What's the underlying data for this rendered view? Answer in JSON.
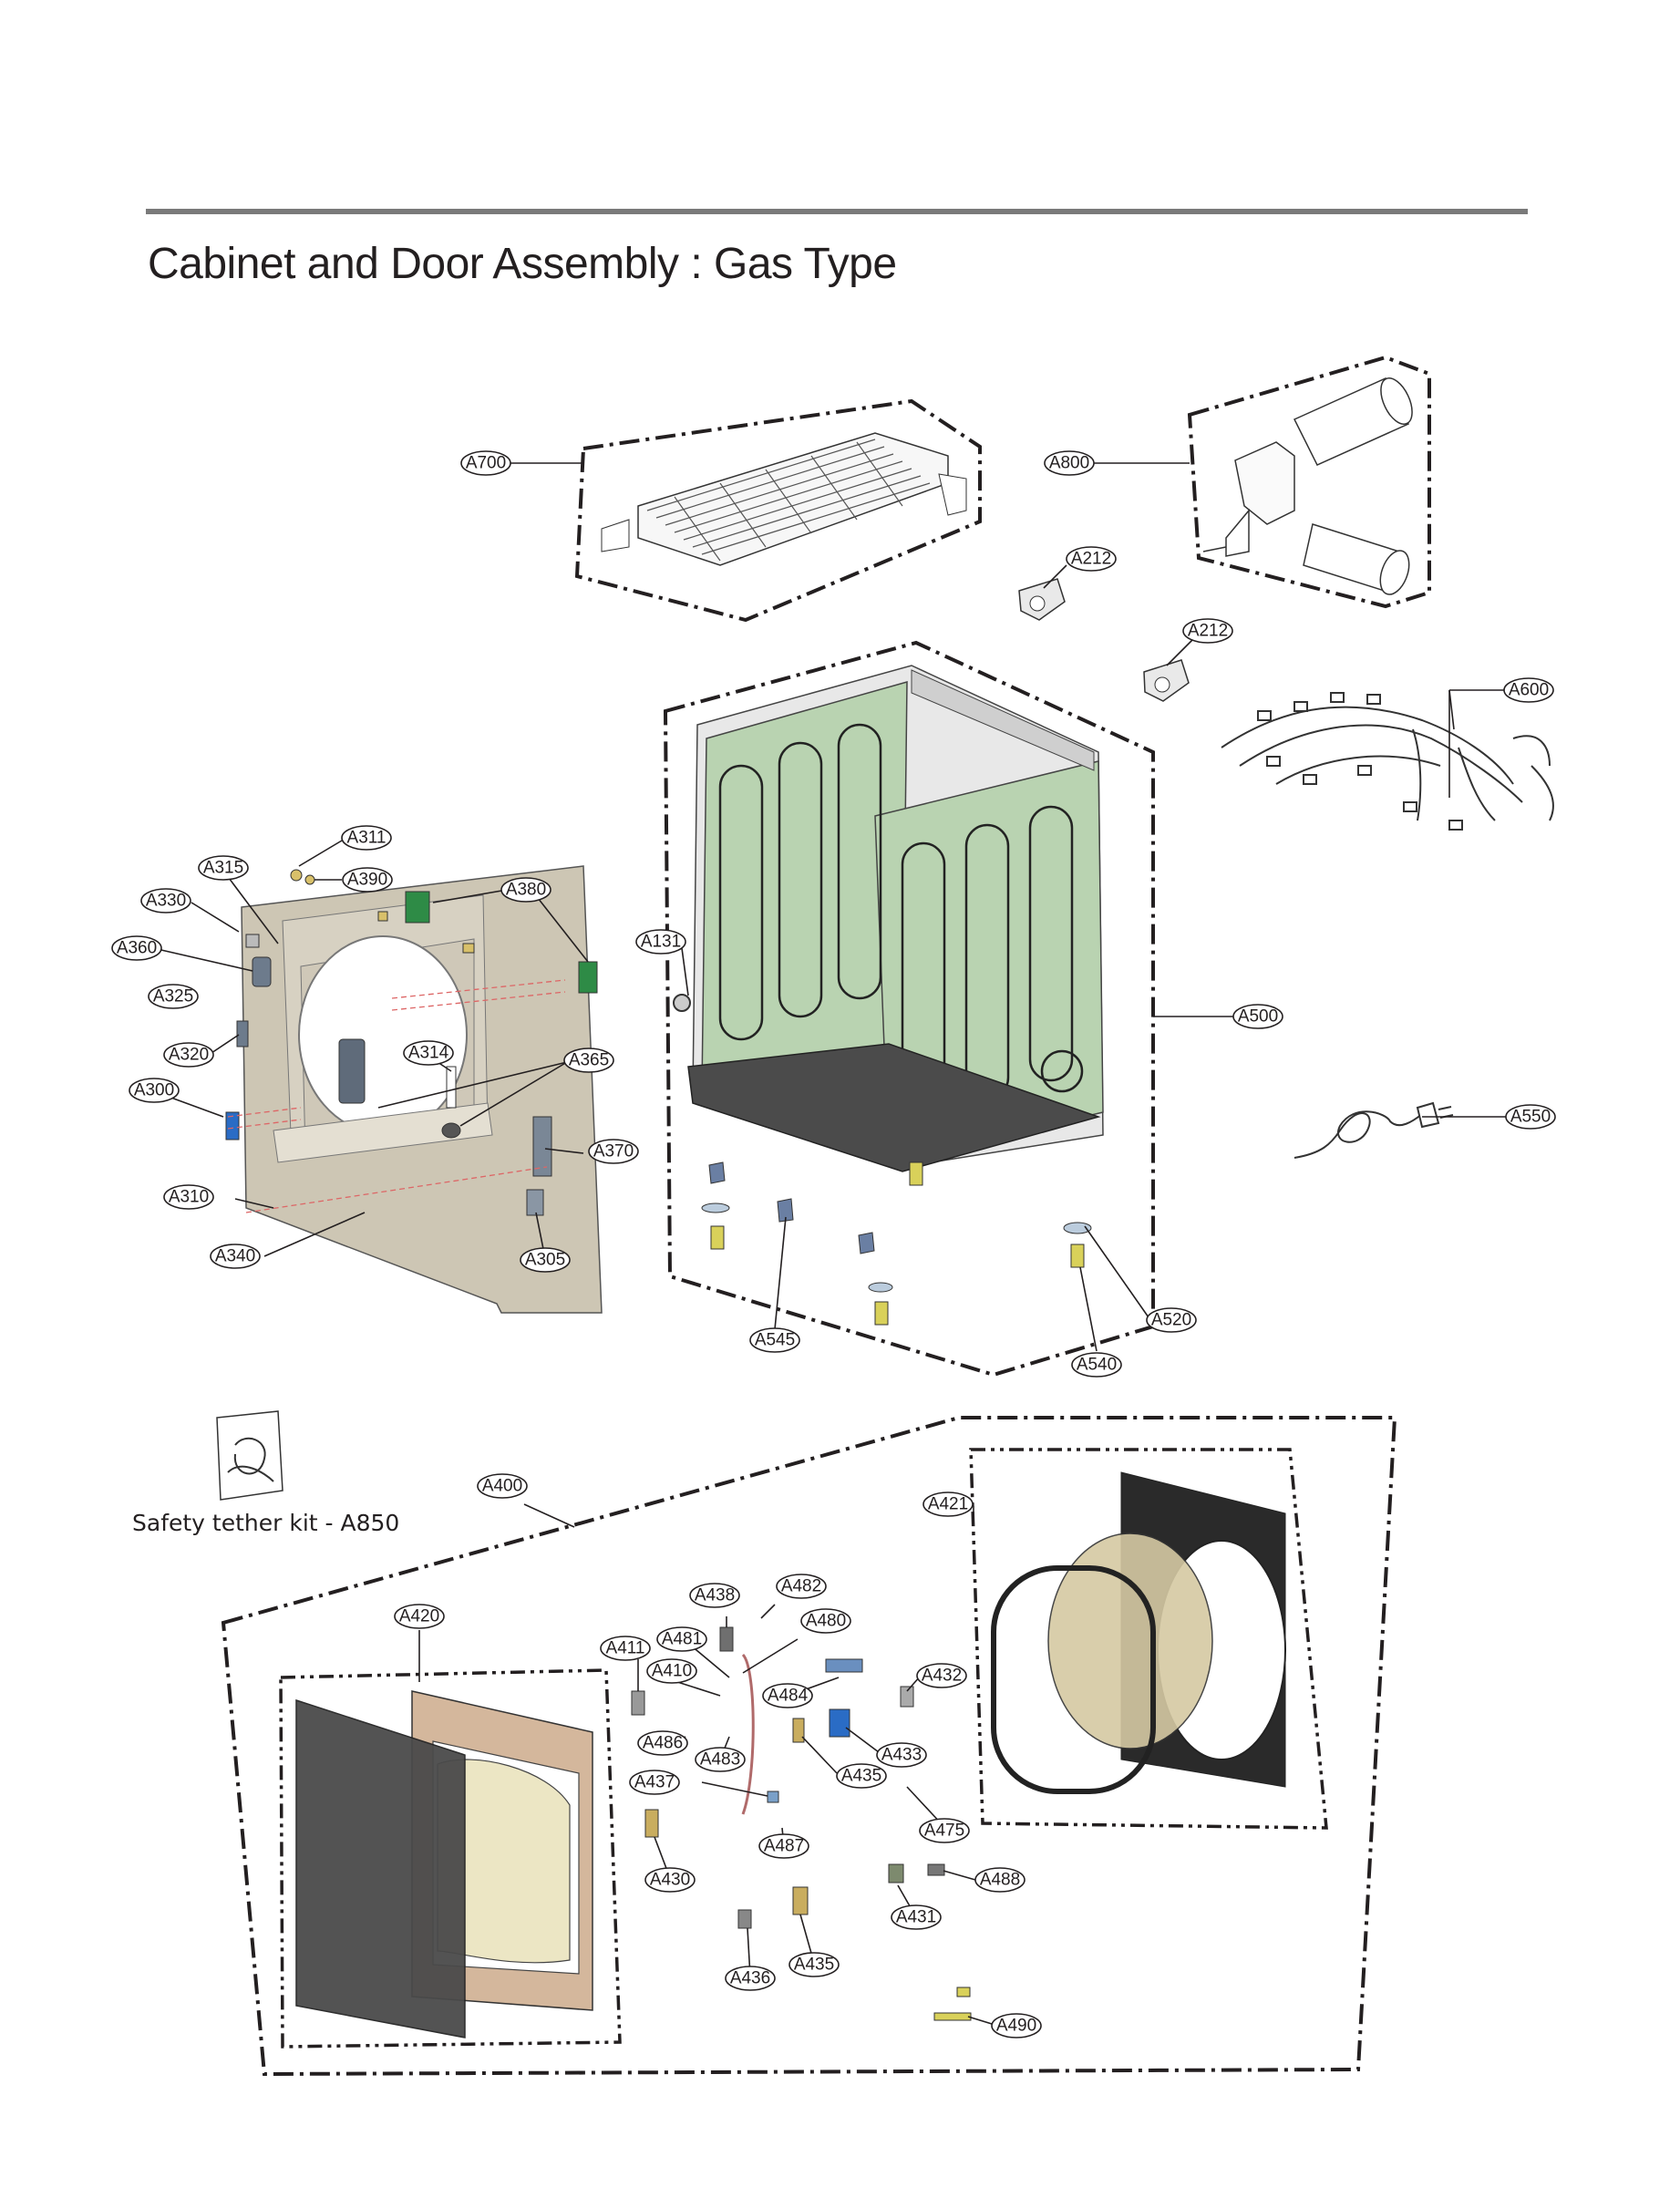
{
  "page": {
    "title": "Cabinet and Door Assembly : Gas Type",
    "kit_label": "Safety tether kit - A850",
    "colors": {
      "rule": "#7a7a7a",
      "cabinet_insulation": "#b9d3b1",
      "door_panel": "#c9c2b0",
      "door_glass": "#4a4a4a",
      "door_frame": "#d4b79c",
      "gasket_glass": "#d5c9a3"
    }
  },
  "callouts": {
    "a700": "A700",
    "a800": "A800",
    "a212a": "A212",
    "a212b": "A212",
    "a600": "A600",
    "a311": "A311",
    "a315": "A315",
    "a390": "A390",
    "a380": "A380",
    "a330": "A330",
    "a360": "A360",
    "a325": "A325",
    "a320": "A320",
    "a314": "A314",
    "a365": "A365",
    "a300": "A300",
    "a370": "A370",
    "a310": "A310",
    "a340": "A340",
    "a305": "A305",
    "a131": "A131",
    "a500": "A500",
    "a550": "A550",
    "a520": "A520",
    "a545": "A545",
    "a540": "A540",
    "a400": "A400",
    "a421": "A421",
    "a420": "A420",
    "a438": "A438",
    "a482": "A482",
    "a480": "A480",
    "a411": "A411",
    "a481": "A481",
    "a410": "A410",
    "a484": "A484",
    "a432": "A432",
    "a486": "A486",
    "a483": "A483",
    "a433": "A433",
    "a437": "A437",
    "a435a": "A435",
    "a475": "A475",
    "a487": "A487",
    "a430": "A430",
    "a488": "A488",
    "a431": "A431",
    "a436": "A436",
    "a435b": "A435",
    "a490": "A490"
  }
}
